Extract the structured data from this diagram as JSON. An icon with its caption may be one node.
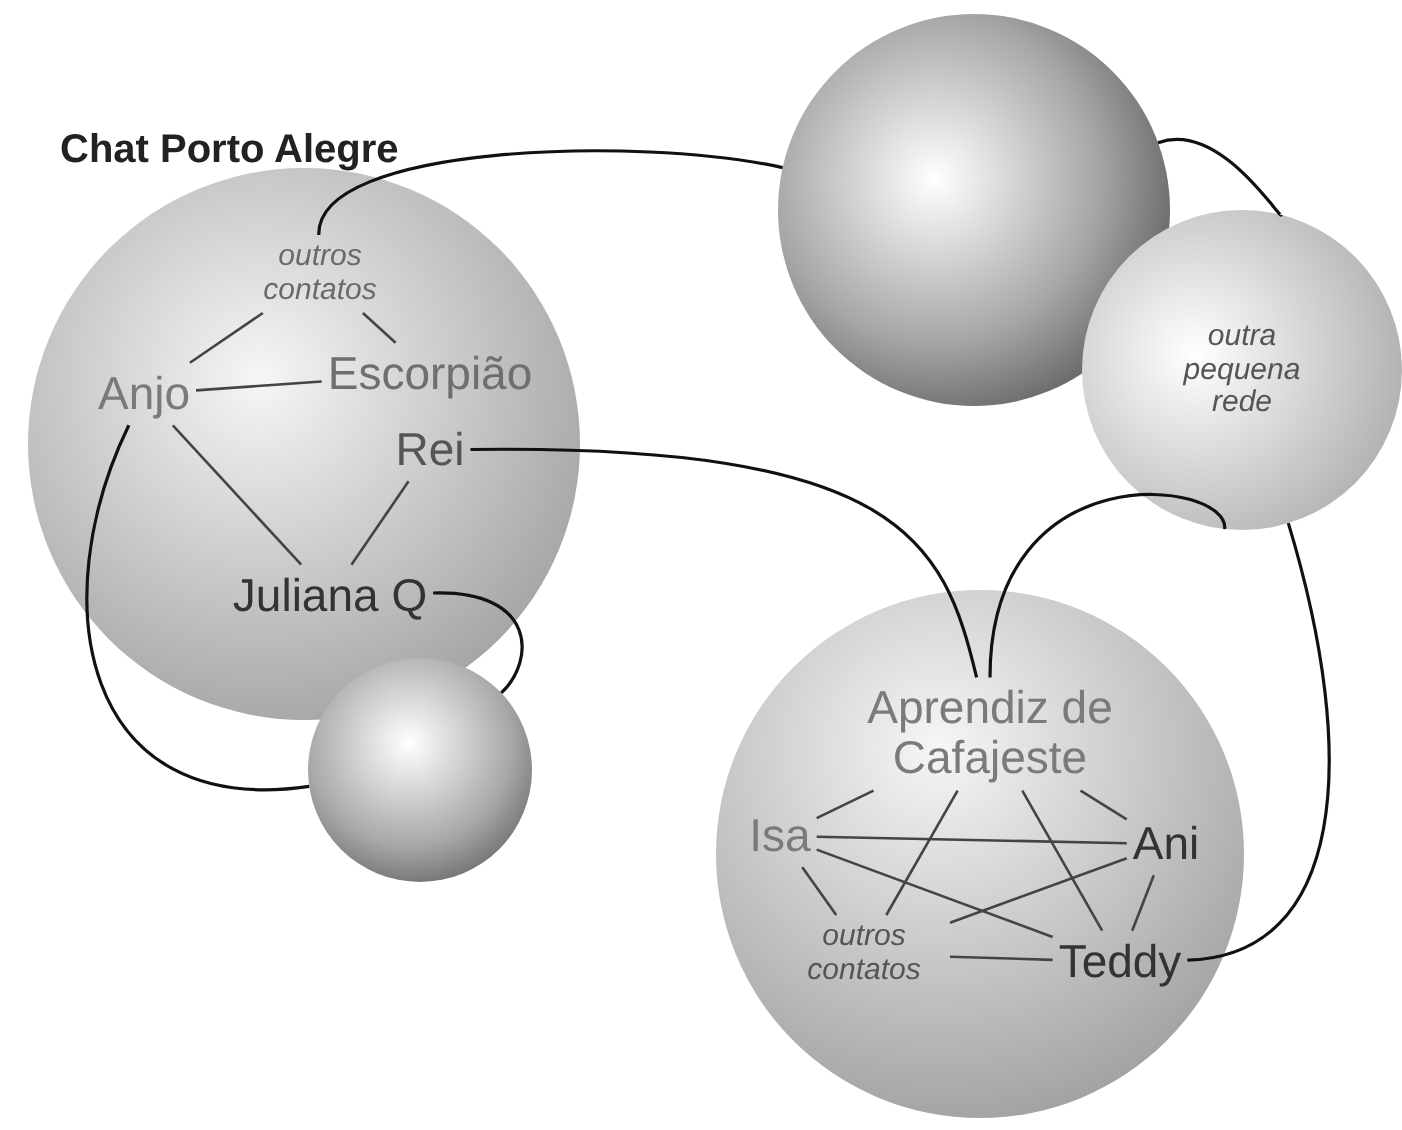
{
  "diagram": {
    "title": "Chat Porto Alegre",
    "nodes": [
      {
        "text": [],
        "shape": "circle"
      },
      {
        "text": [
          "outros contatos"
        ],
        "in": 0
      },
      {
        "text": [
          "Anjo"
        ],
        "in": 0
      },
      {
        "text": [
          "Escorpião"
        ],
        "in": 0
      },
      {
        "text": [
          "Rei"
        ],
        "in": 0
      },
      {
        "text": [
          "Juliana Q"
        ],
        "in": 0
      },
      {
        "text": [],
        "shape": "circle"
      },
      {
        "text": [],
        "shape": "circle"
      },
      {
        "text": [
          "outra pequena rede"
        ]
      },
      {
        "text": [],
        "shape": "circle"
      },
      {
        "text": [
          "Aprendiz de Cafajeste"
        ],
        "in": 9
      },
      {
        "text": [
          "Isa"
        ],
        "in": 9
      },
      {
        "text": [
          "Ani"
        ],
        "in": 9
      },
      {
        "text": [
          "outros contatos"
        ],
        "in": 9
      },
      {
        "text": [
          "Teddy"
        ],
        "in": 9
      }
    ],
    "edges": [
      {
        "from": 1,
        "to": 2,
        "arrow": "none"
      },
      {
        "from": 1,
        "to": 3,
        "arrow": "none"
      },
      {
        "from": 2,
        "to": 3,
        "arrow": "none"
      },
      {
        "from": 2,
        "to": 5,
        "arrow": "none"
      },
      {
        "from": 4,
        "to": 5,
        "arrow": "none"
      },
      {
        "from": 2,
        "to": 6,
        "arrow": "none"
      },
      {
        "from": 5,
        "to": 6,
        "arrow": "none"
      },
      {
        "from": 1,
        "to": 7,
        "arrow": "none"
      },
      {
        "from": 7,
        "to": 8,
        "arrow": "none"
      },
      {
        "from": 4,
        "to": 10,
        "arrow": "none"
      },
      {
        "from": 8,
        "to": 10,
        "arrow": "none"
      },
      {
        "from": 8,
        "to": 14,
        "arrow": "none"
      },
      {
        "from": 10,
        "to": 11,
        "arrow": "none"
      },
      {
        "from": 10,
        "to": 12,
        "arrow": "none"
      },
      {
        "from": 11,
        "to": 12,
        "arrow": "none"
      },
      {
        "from": 10,
        "to": 13,
        "arrow": "none"
      },
      {
        "from": 10,
        "to": 14,
        "arrow": "none"
      },
      {
        "from": 11,
        "to": 14,
        "arrow": "none"
      },
      {
        "from": 13,
        "to": 12,
        "arrow": "none"
      },
      {
        "from": 11,
        "to": 13,
        "arrow": "none"
      },
      {
        "from": 13,
        "to": 14,
        "arrow": "none"
      },
      {
        "from": 12,
        "to": 14,
        "arrow": "none"
      }
    ]
  }
}
